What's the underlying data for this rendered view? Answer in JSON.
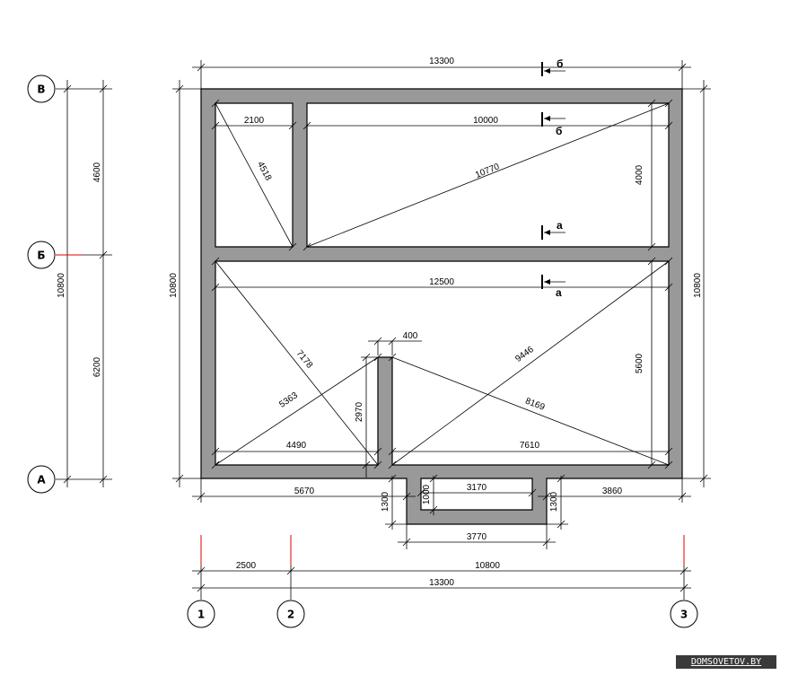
{
  "grid_axes": {
    "rows": [
      "В",
      "Б",
      "А"
    ],
    "cols": [
      "1",
      "2",
      "3"
    ]
  },
  "dimensions": {
    "overall_width_top": "13300",
    "overall_width_bottom": "13300",
    "overall_height_left": "10800",
    "overall_height_right": "10800",
    "axis_left_upper": "4600",
    "axis_left_lower": "6200",
    "axis_left_total": "10800",
    "room_small_width": "2100",
    "room_large_width": "10000",
    "room_small_diag": "4518",
    "room_large_diag": "10770",
    "room_upper_height": "4000",
    "hall_width": "12500",
    "hall_height": "5600",
    "hall_diag_left": "7178",
    "hall_diag_right": "9446",
    "hall_diag_right2": "8169",
    "hall_diag_left2": "5363",
    "partition_thickness": "400",
    "partition_height": "2970",
    "hall_left_width": "4490",
    "hall_right_width": "7610",
    "ext_left_offset": "5670",
    "ext_right_offset": "3860",
    "ext_inner_width": "3170",
    "ext_outer_width": "3770",
    "ext_depth_left": "1300",
    "ext_depth_inner": "1000",
    "ext_depth_right": "1300",
    "axis_1_2": "2500",
    "axis_2_3": "10800"
  },
  "sections": {
    "top_upper": "б",
    "top_lower": "б",
    "mid_upper": "а",
    "mid_lower": "а"
  },
  "watermark": "DOMSOVETOV.BY"
}
